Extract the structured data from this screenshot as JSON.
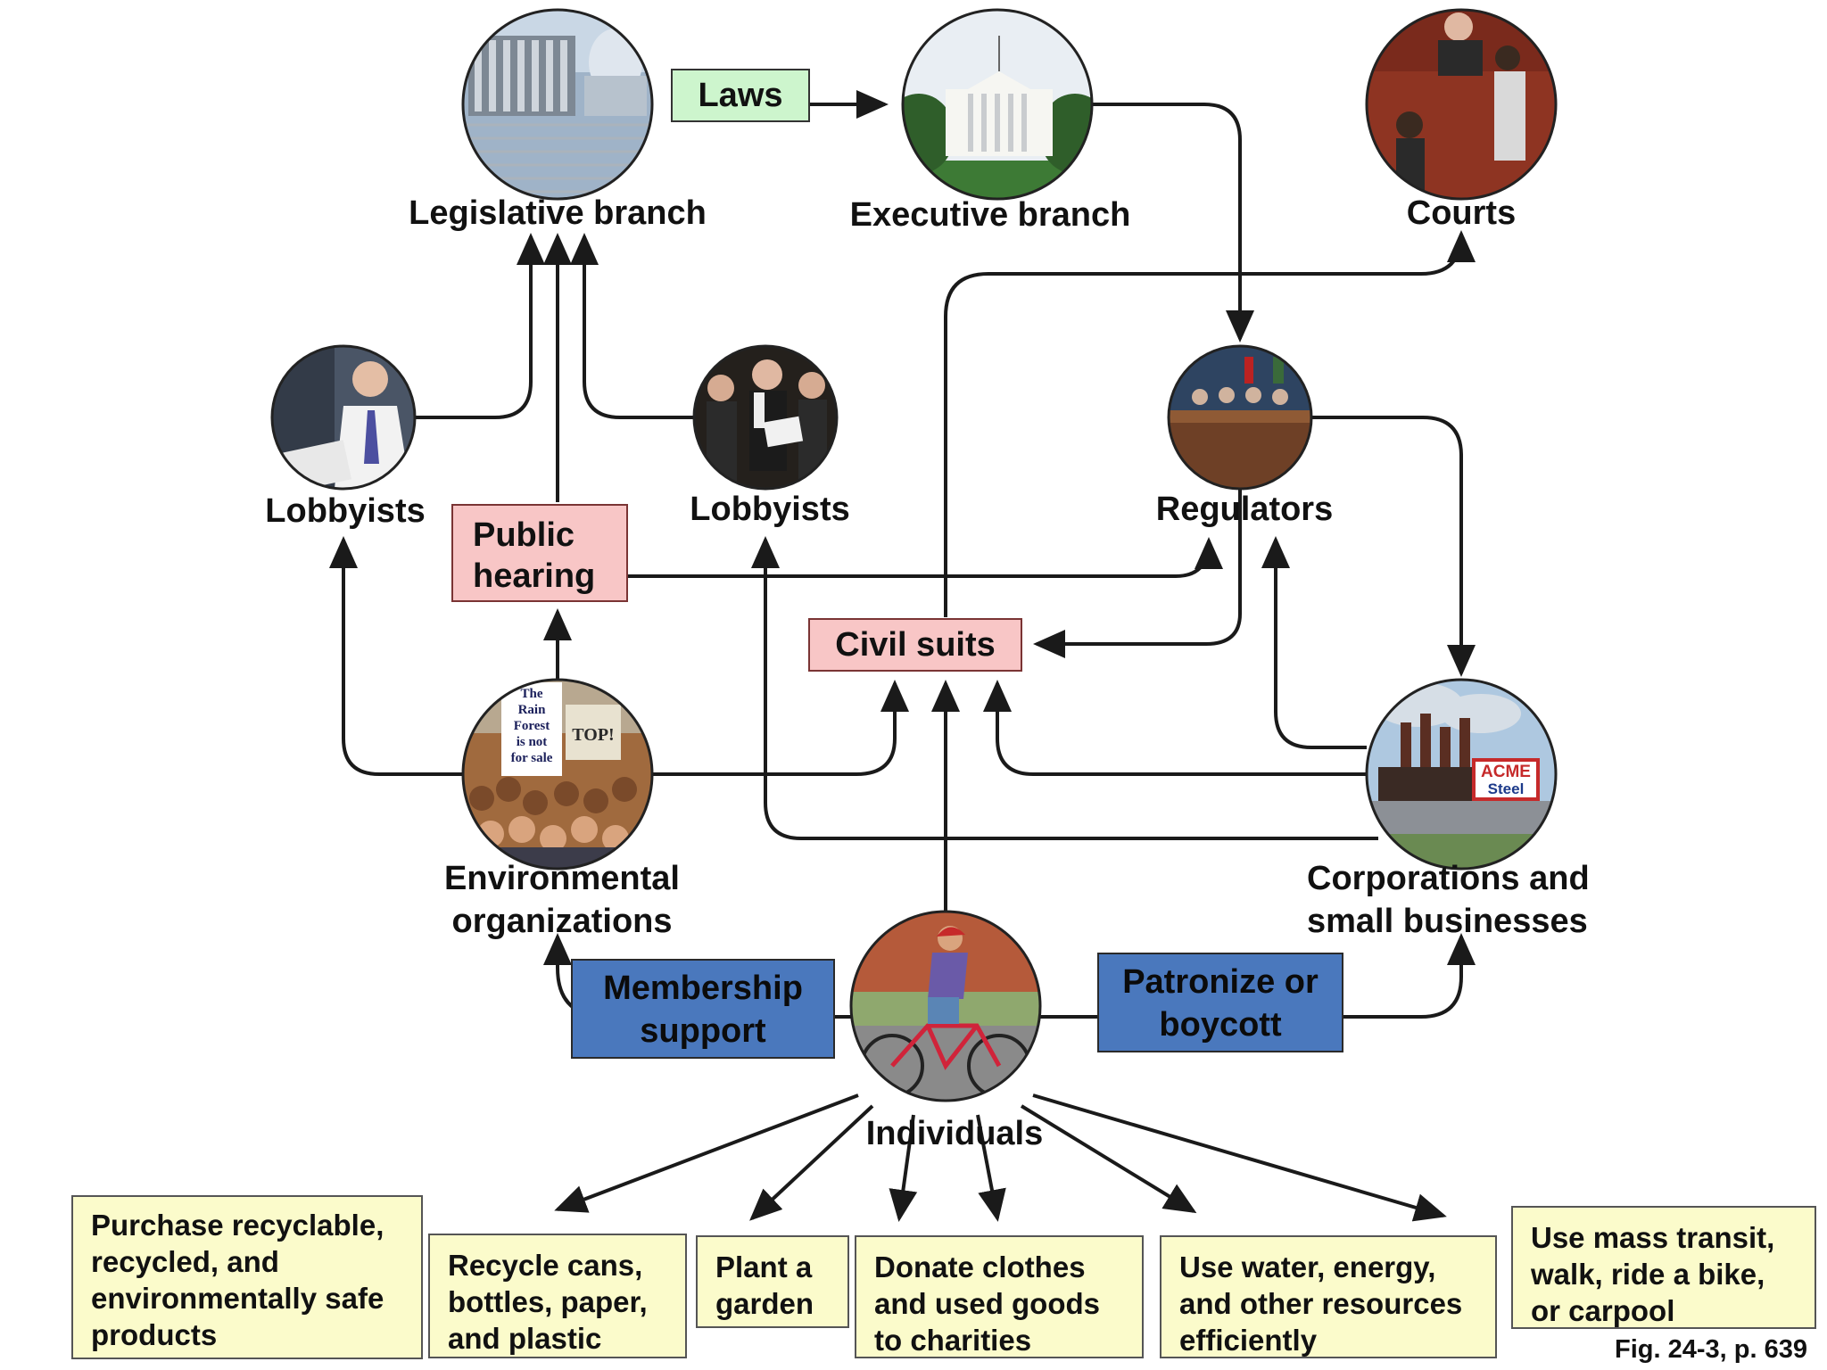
{
  "nodes": {
    "legislative": "Legislative branch",
    "executive": "Executive branch",
    "courts": "Courts",
    "lobbyists_left": "Lobbyists",
    "lobbyists_right": "Lobbyists",
    "regulators": "Regulators",
    "environmental": [
      "Environmental",
      "organizations"
    ],
    "corporations": [
      "Corporations and",
      "small businesses"
    ],
    "individuals": "Individuals"
  },
  "boxes": {
    "laws": "Laws",
    "public_hearing": [
      "Public",
      "hearing"
    ],
    "civil_suits": "Civil suits",
    "membership": [
      "Membership",
      "support"
    ],
    "patronize": [
      "Patronize or",
      "boycott"
    ]
  },
  "actions": [
    [
      "Purchase recyclable,",
      "recycled, and",
      "environmentally safe",
      "products"
    ],
    [
      "Recycle cans,",
      "bottles, paper,",
      "and plastic"
    ],
    [
      "Plant a",
      "garden"
    ],
    [
      "Donate clothes",
      "and used goods",
      "to charities"
    ],
    [
      "Use water, energy,",
      "and other resources",
      "efficiently"
    ],
    [
      "Use mass transit,",
      "walk, ride a bike,",
      "or carpool"
    ]
  ],
  "photo_text": {
    "sign": [
      "The",
      "Rain",
      "Forest",
      "is not",
      "for sale"
    ],
    "sign2": "TOP!",
    "acme": [
      "ACME",
      "Steel"
    ]
  },
  "caption": "Fig. 24-3, p. 639",
  "colors": {
    "laws_box": "#cdf5cd",
    "pink_box": "#f8c6c6",
    "blue_box": "#4a78bd",
    "yellow_box": "#fbfbcb",
    "arrow": "#1a1a1a"
  }
}
